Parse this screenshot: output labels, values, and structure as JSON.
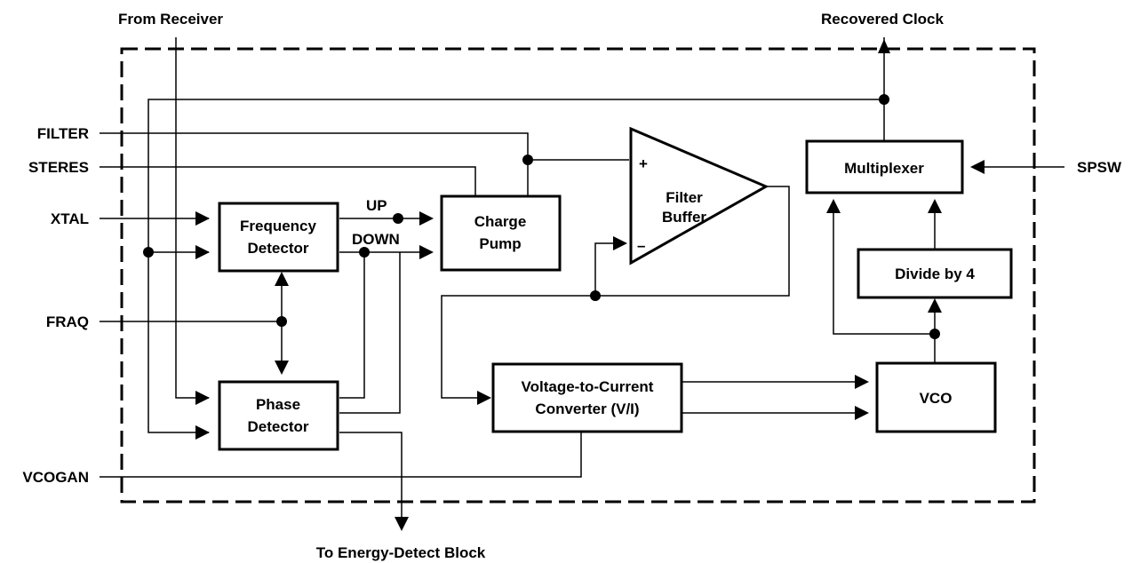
{
  "signals": {
    "from_receiver": "From Receiver",
    "recovered_clock": "Recovered Clock",
    "filter": "FILTER",
    "steres": "STERES",
    "xtal": "XTAL",
    "fraq": "FRAQ",
    "vcogan": "VCOGAN",
    "spsw": "SPSW",
    "to_energy_detect": "To Energy-Detect Block",
    "up": "UP",
    "down": "DOWN",
    "plus": "+",
    "minus": "–"
  },
  "blocks": {
    "frequency_detector": [
      "Frequency",
      "Detector"
    ],
    "phase_detector": [
      "Phase",
      "Detector"
    ],
    "charge_pump": [
      "Charge",
      "Pump"
    ],
    "filter_buffer": [
      "Filter",
      "Buffer"
    ],
    "multiplexer": "Multiplexer",
    "divide_by_4": "Divide by 4",
    "vtoi": [
      "Voltage-to-Current",
      "Converter (V/I)"
    ],
    "vco": "VCO"
  }
}
